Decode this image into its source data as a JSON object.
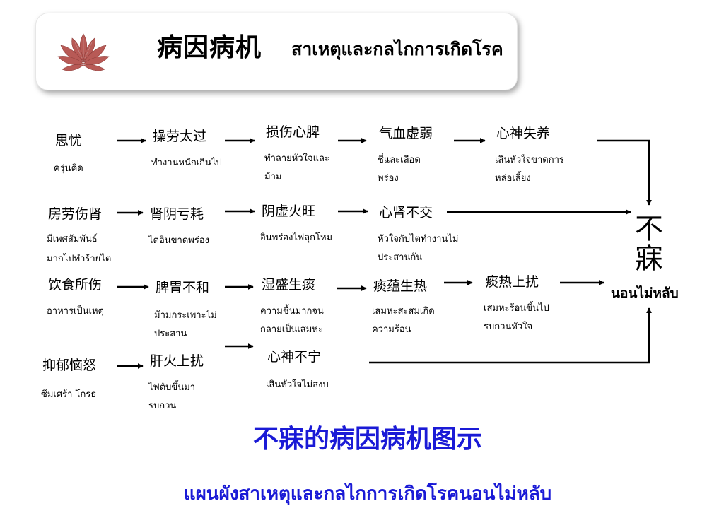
{
  "header": {
    "title_cn": "病因病机",
    "title_th": "สาเหตุและกลไกการเกิดโรค"
  },
  "rows": [
    [
      {
        "cn": "思忧",
        "th": [
          "ครุ่นคิด"
        ]
      },
      {
        "cn": "操劳太过",
        "th": [
          "ทำงานหนักเกินไป"
        ]
      },
      {
        "cn": "损伤心脾",
        "th": [
          "ทำลายหัวใจและ",
          "ม้าม"
        ]
      },
      {
        "cn": "气血虚弱",
        "th": [
          "ชี่และเลือด",
          "พร่อง"
        ]
      },
      {
        "cn": "心神失养",
        "th": [
          "เสินหัวใจขาดการ",
          "หล่อเลี้ยง"
        ]
      }
    ],
    [
      {
        "cn": "房劳伤肾",
        "th": [
          "มีเพศสัมพันธ์",
          "มากไปทำร้ายไต"
        ]
      },
      {
        "cn": "肾阴亏耗",
        "th": [
          "ไตอินขาดพร่อง"
        ]
      },
      {
        "cn": "阴虚火旺",
        "th": [
          "อินพร่องไฟลุกโหม"
        ]
      },
      {
        "cn": "心肾不交",
        "th": [
          "หัวใจกับไตทำงานไม่",
          "ประสานกัน"
        ]
      }
    ],
    [
      {
        "cn": "饮食所伤",
        "th": [
          "อาหารเป็นเหตุ"
        ]
      },
      {
        "cn": "脾胃不和",
        "th": [
          "ม้ามกระเพาะไม่",
          "ประสาน"
        ]
      },
      {
        "cn": "湿盛生痰",
        "th": [
          "ความชื้นมากจน",
          "กลายเป็นเสมหะ"
        ]
      },
      {
        "cn": "痰蕴生热",
        "th": [
          "เสมหะสะสมเกิด",
          "ความร้อน"
        ]
      },
      {
        "cn": "痰热上扰",
        "th": [
          "เสมหะร้อนขึ้นไป",
          "รบกวนหัวใจ"
        ]
      }
    ],
    [
      {
        "cn": "抑郁恼怒",
        "th": [
          "ซึมเศร้า โกรธ"
        ]
      },
      {
        "cn": "肝火上扰",
        "th": [
          "ไฟตับขึ้นมา",
          "รบกวน"
        ]
      },
      {
        "cn": "心神不宁",
        "th": [
          "เสินหัวใจไม่สงบ"
        ]
      }
    ]
  ],
  "result": {
    "cn_line1": "不",
    "cn_line2": "寐",
    "th": "นอนไม่หลับ"
  },
  "footer": {
    "title_cn": "不寐的病因病机图示",
    "title_th": "แผนผังสาเหตุและกลไกการเกิดโรคนอนไม่หลับ"
  },
  "colors": {
    "footer_text": "#1a1ad6",
    "lotus": "#b85a56"
  },
  "icons": {
    "logo": "lotus-icon"
  }
}
